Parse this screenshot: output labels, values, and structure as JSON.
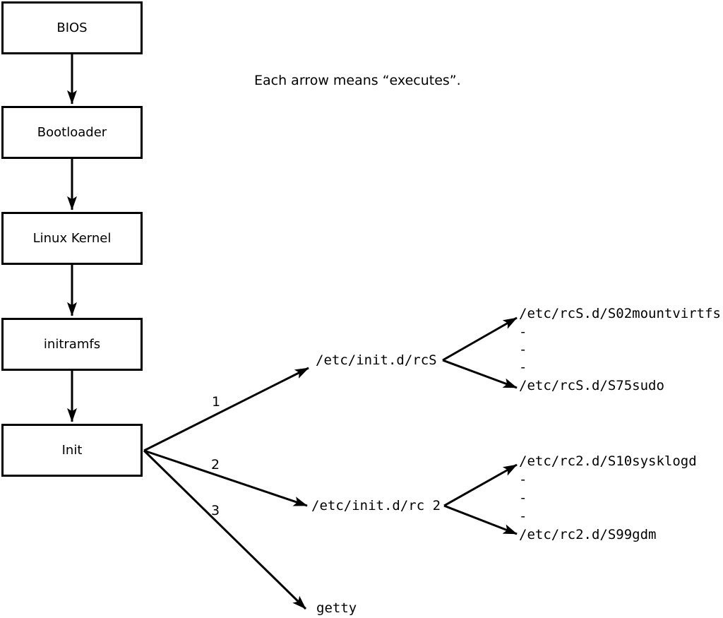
{
  "note": "Each arrow means “executes”.",
  "colors": {
    "line": "#000000",
    "text": "#000000",
    "background": "#ffffff"
  },
  "chain_boxes": [
    {
      "label": "BIOS"
    },
    {
      "label": "Bootloader"
    },
    {
      "label": "Linux Kernel"
    },
    {
      "label": "initramfs"
    },
    {
      "label": "Init"
    }
  ],
  "edge_labels": [
    "1",
    "2",
    "3"
  ],
  "targets": {
    "rcS": "/etc/init.d/rcS",
    "rc2": "/etc/init.d/rc 2",
    "getty": "getty"
  },
  "rcS_scripts": [
    "/etc/rcS.d/S02mountvirtfs",
    "-",
    "-",
    "-",
    "/etc/rcS.d/S75sudo"
  ],
  "rc2_scripts": [
    "/etc/rc2.d/S10sysklogd",
    "-",
    "-",
    "-",
    "/etc/rc2.d/S99gdm"
  ]
}
